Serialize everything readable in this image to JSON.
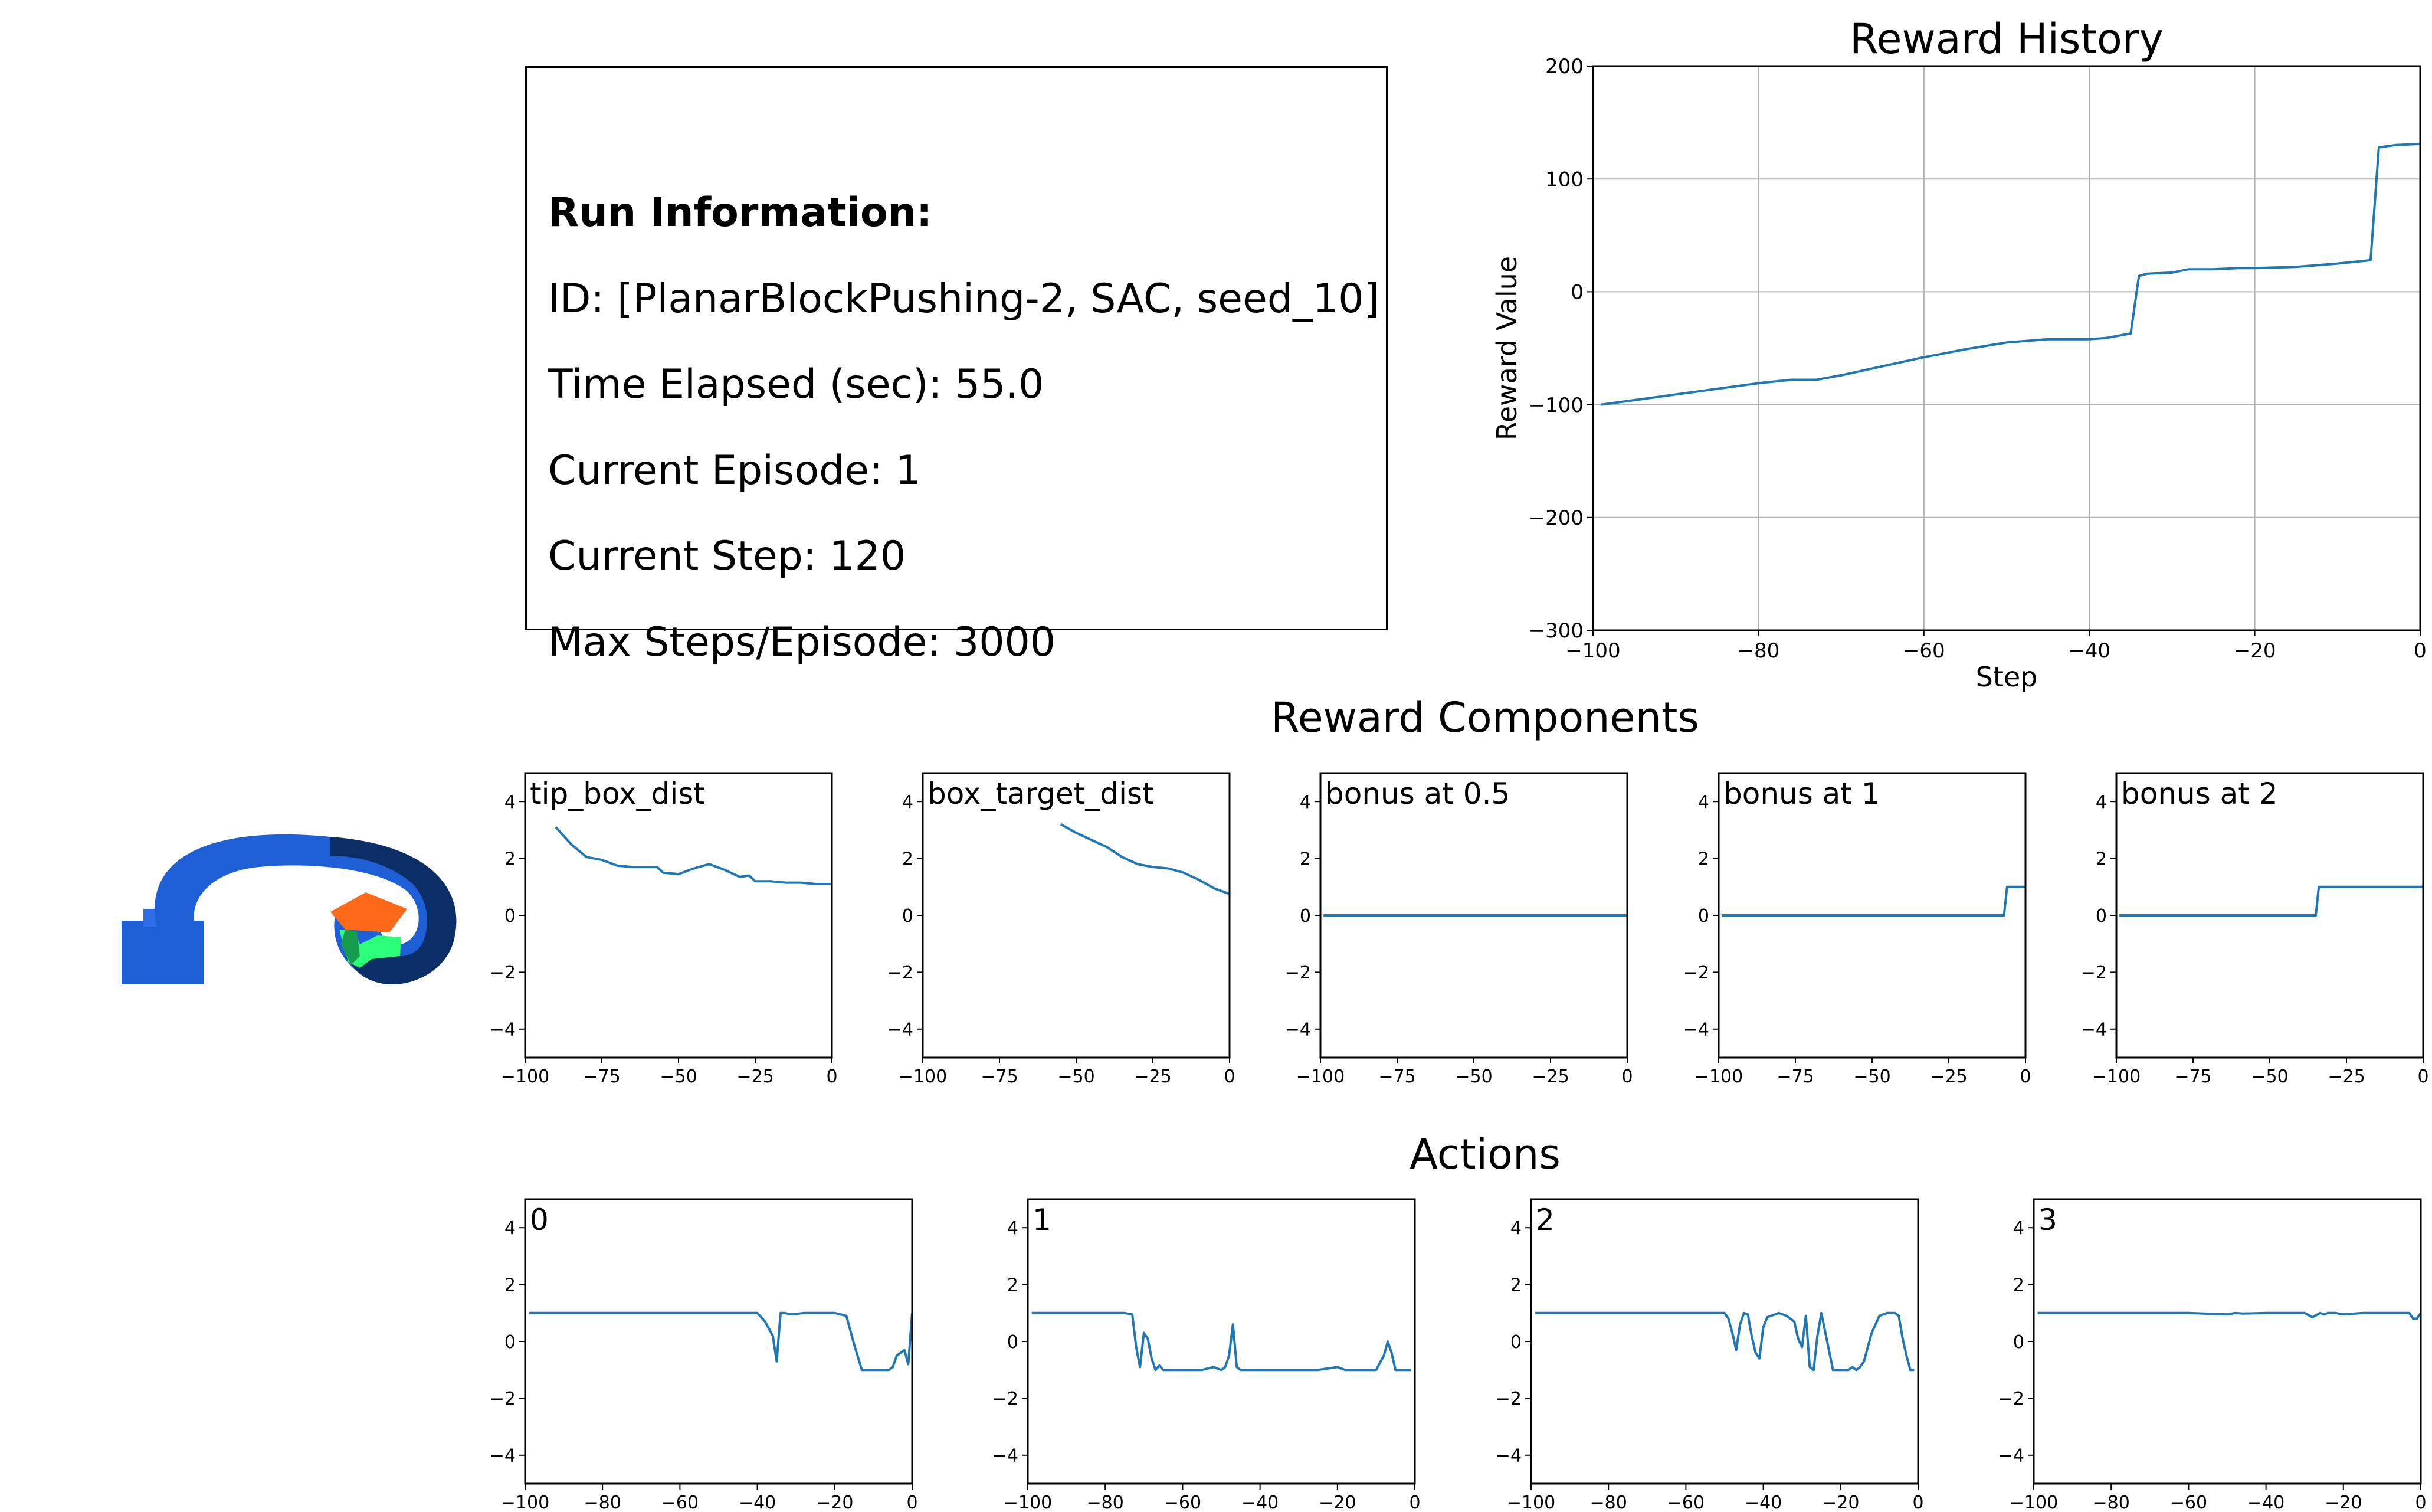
{
  "run_info": {
    "title": "Run Information:",
    "lines": [
      "ID: [PlanarBlockPushing-2, SAC, seed_10]",
      "Time Elapsed (sec): 55.0",
      "Current Episode: 1",
      "Current Step: 120",
      "Max Steps/Episode: 3000"
    ]
  },
  "sections": {
    "reward_components_title": "Reward Components",
    "actions_title": "Actions"
  },
  "colors": {
    "line": "#1f77b4",
    "grid": "#b0b0b0",
    "axis": "#000000",
    "robot_blue": "#1f5fd6",
    "robot_dark": "#0b2e66",
    "box_orange": "#ff6a1a",
    "box_green": "#2cff7a"
  },
  "chart_data": [
    {
      "id": "reward_history",
      "type": "line",
      "title": "Reward History",
      "xlabel": "Step",
      "ylabel": "Reward Value",
      "xlim": [
        -100,
        0
      ],
      "ylim": [
        -300,
        200
      ],
      "grid": true,
      "xticks": [
        -100,
        -80,
        -60,
        -40,
        -20,
        0
      ],
      "yticks": [
        -300,
        -200,
        -100,
        0,
        100,
        200
      ],
      "x": [
        -99,
        -95,
        -90,
        -85,
        -80,
        -76,
        -73,
        -70,
        -65,
        -60,
        -55,
        -50,
        -45,
        -40,
        -38,
        -35,
        -34,
        -33,
        -30,
        -28,
        -25,
        -22,
        -20,
        -15,
        -10,
        -6,
        -5,
        -3,
        0
      ],
      "y": [
        -100,
        -96,
        -91,
        -86,
        -81,
        -78,
        -78,
        -74,
        -66,
        -58,
        -51,
        -45,
        -42,
        -42,
        -41,
        -37,
        14,
        16,
        17,
        20,
        20,
        21,
        21,
        22,
        25,
        28,
        128,
        130,
        131
      ]
    },
    {
      "id": "tip_box_dist",
      "type": "line",
      "title": "tip_box_dist",
      "xlim": [
        -100,
        0
      ],
      "ylim": [
        -5,
        5
      ],
      "xticks": [
        -100,
        -75,
        -50,
        -25,
        0
      ],
      "yticks": [
        -4,
        -2,
        0,
        2,
        4
      ],
      "x": [
        -90,
        -85,
        -80,
        -75,
        -70,
        -65,
        -60,
        -57,
        -55,
        -50,
        -45,
        -40,
        -35,
        -30,
        -27,
        -25,
        -20,
        -15,
        -10,
        -5,
        0
      ],
      "y": [
        3.1,
        2.5,
        2.05,
        1.95,
        1.75,
        1.7,
        1.7,
        1.7,
        1.5,
        1.45,
        1.65,
        1.8,
        1.6,
        1.35,
        1.4,
        1.2,
        1.2,
        1.15,
        1.15,
        1.1,
        1.1
      ]
    },
    {
      "id": "box_target_dist",
      "type": "line",
      "title": "box_target_dist",
      "xlim": [
        -100,
        0
      ],
      "ylim": [
        -5,
        5
      ],
      "xticks": [
        -100,
        -75,
        -50,
        -25,
        0
      ],
      "yticks": [
        -4,
        -2,
        0,
        2,
        4
      ],
      "x": [
        -55,
        -50,
        -45,
        -40,
        -35,
        -30,
        -25,
        -20,
        -15,
        -10,
        -5,
        0
      ],
      "y": [
        3.2,
        2.9,
        2.65,
        2.4,
        2.05,
        1.8,
        1.7,
        1.65,
        1.5,
        1.25,
        0.95,
        0.75
      ]
    },
    {
      "id": "bonus_0_5",
      "type": "line",
      "title": "bonus at 0.5",
      "xlim": [
        -100,
        0
      ],
      "ylim": [
        -5,
        5
      ],
      "xticks": [
        -100,
        -75,
        -50,
        -25,
        0
      ],
      "yticks": [
        -4,
        -2,
        0,
        2,
        4
      ],
      "x": [
        -99,
        0
      ],
      "y": [
        0,
        0
      ]
    },
    {
      "id": "bonus_1",
      "type": "line",
      "title": "bonus at 1",
      "xlim": [
        -100,
        0
      ],
      "ylim": [
        -5,
        5
      ],
      "xticks": [
        -100,
        -75,
        -50,
        -25,
        0
      ],
      "yticks": [
        -4,
        -2,
        0,
        2,
        4
      ],
      "x": [
        -99,
        -7,
        -6,
        0
      ],
      "y": [
        0,
        0,
        1,
        1
      ]
    },
    {
      "id": "bonus_2",
      "type": "line",
      "title": "bonus at 2",
      "xlim": [
        -100,
        0
      ],
      "ylim": [
        -5,
        5
      ],
      "xticks": [
        -100,
        -75,
        -50,
        -25,
        0
      ],
      "yticks": [
        -4,
        -2,
        0,
        2,
        4
      ],
      "x": [
        -99,
        -35,
        -34,
        0
      ],
      "y": [
        0,
        0,
        1,
        1
      ]
    },
    {
      "id": "action_0",
      "type": "line",
      "title": "0",
      "xlim": [
        -100,
        0
      ],
      "ylim": [
        -5,
        5
      ],
      "xticks": [
        -100,
        -80,
        -60,
        -40,
        -20,
        0
      ],
      "yticks": [
        -4,
        -2,
        0,
        2,
        4
      ],
      "x": [
        -99,
        -50,
        -40,
        -38,
        -36,
        -35,
        -34,
        -33,
        -31,
        -28,
        -25,
        -20,
        -17,
        -15,
        -13,
        -10,
        -8,
        -6,
        -5,
        -4,
        -3,
        -2,
        -1,
        0
      ],
      "y": [
        1,
        1,
        1,
        0.7,
        0.2,
        -0.7,
        1,
        1,
        0.95,
        1,
        1,
        1,
        0.9,
        -0.1,
        -1,
        -1,
        -1,
        -1,
        -0.9,
        -0.5,
        -0.4,
        -0.3,
        -0.8,
        1
      ]
    },
    {
      "id": "action_1",
      "type": "line",
      "title": "1",
      "xlim": [
        -100,
        0
      ],
      "ylim": [
        -5,
        5
      ],
      "xticks": [
        -100,
        -80,
        -60,
        -40,
        -20,
        0
      ],
      "yticks": [
        -4,
        -2,
        0,
        2,
        4
      ],
      "x": [
        -99,
        -75,
        -73,
        -72,
        -71,
        -70,
        -69,
        -68,
        -67,
        -66,
        -65,
        -60,
        -55,
        -52,
        -50,
        -49,
        -48,
        -47,
        -46,
        -45,
        -40,
        -35,
        -30,
        -25,
        -20,
        -18,
        -15,
        -10,
        -8,
        -7,
        -6,
        -5,
        -3,
        -1
      ],
      "y": [
        1,
        1,
        0.95,
        -0.2,
        -0.9,
        0.3,
        0.1,
        -0.6,
        -1,
        -0.85,
        -1,
        -1,
        -1,
        -0.9,
        -1,
        -0.9,
        -0.5,
        0.6,
        -0.9,
        -1,
        -1,
        -1,
        -1,
        -1,
        -0.9,
        -1,
        -1,
        -1,
        -0.5,
        0,
        -0.4,
        -1,
        -1,
        -1
      ]
    },
    {
      "id": "action_2",
      "type": "line",
      "title": "2",
      "xlim": [
        -100,
        0
      ],
      "ylim": [
        -5,
        5
      ],
      "xticks": [
        -100,
        -80,
        -60,
        -40,
        -20,
        0
      ],
      "yticks": [
        -4,
        -2,
        0,
        2,
        4
      ],
      "x": [
        -99,
        -55,
        -50,
        -49,
        -48,
        -47,
        -46,
        -45,
        -44,
        -43,
        -42,
        -41,
        -40,
        -39,
        -38,
        -36,
        -34,
        -32,
        -31,
        -30,
        -29,
        -28,
        -27,
        -26,
        -25,
        -22,
        -20,
        -18,
        -17,
        -16,
        -15,
        -14,
        -12,
        -10,
        -8,
        -6,
        -5,
        -4,
        -3,
        -2,
        -1
      ],
      "y": [
        1,
        1,
        1,
        0.8,
        0.3,
        -0.3,
        0.6,
        1,
        0.95,
        0.2,
        -0.4,
        -0.6,
        0.5,
        0.85,
        0.9,
        1,
        0.9,
        0.7,
        0.1,
        -0.2,
        0.9,
        -0.9,
        -1,
        0.2,
        1,
        -1,
        -1,
        -1,
        -0.9,
        -1,
        -0.9,
        -0.7,
        0.3,
        0.9,
        1,
        1,
        0.9,
        0.1,
        -0.5,
        -1,
        -1
      ]
    },
    {
      "id": "action_3",
      "type": "line",
      "title": "3",
      "xlim": [
        -100,
        0
      ],
      "ylim": [
        -5,
        5
      ],
      "xticks": [
        -100,
        -80,
        -60,
        -40,
        -20,
        0
      ],
      "yticks": [
        -4,
        -2,
        0,
        2,
        4
      ],
      "x": [
        -99,
        -80,
        -60,
        -50,
        -48,
        -46,
        -40,
        -30,
        -28,
        -26,
        -25,
        -24,
        -22,
        -20,
        -15,
        -10,
        -5,
        -3,
        -2,
        -1,
        0
      ],
      "y": [
        1,
        1,
        1,
        0.95,
        1,
        0.98,
        1,
        1,
        0.85,
        1,
        0.95,
        1,
        1,
        0.95,
        1,
        1,
        1,
        1,
        0.8,
        0.8,
        1
      ]
    }
  ]
}
